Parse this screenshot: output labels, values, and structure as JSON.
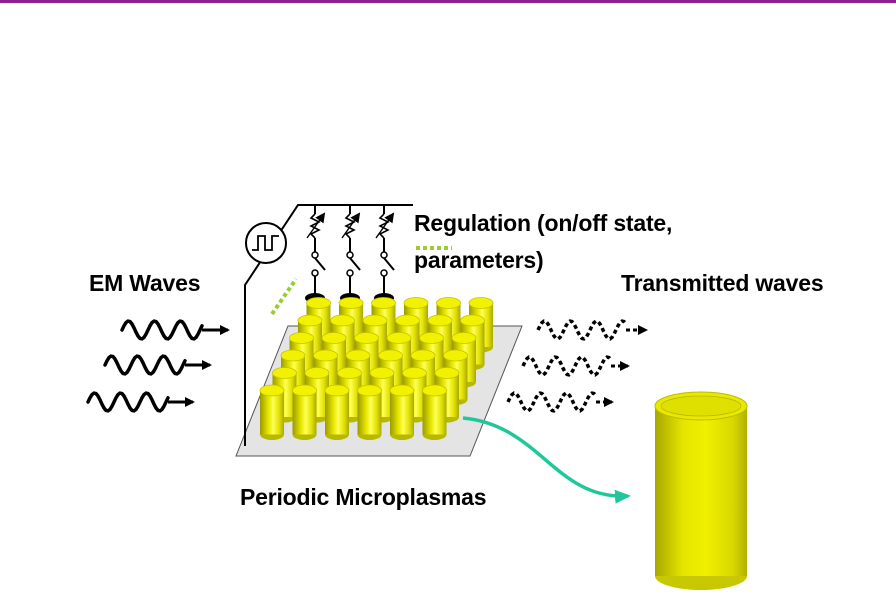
{
  "diagram": {
    "labels": {
      "incoming_waves": "EM Waves",
      "regulation_line1": "Regulation (on/off state,",
      "regulation_line2": "parameters)",
      "transmitted_waves": "Transmitted waves",
      "array": "Periodic Microplasmas"
    },
    "array": {
      "rows": 6,
      "columns": 6
    },
    "colors": {
      "title_rule": "#8e1f8e",
      "plasma_fill": "#e0e000",
      "plasma_highlight": "#ffff4d",
      "plasma_shadow": "#a8a800",
      "substrate": "#e4e4e4",
      "connector_arrow": "#1fc89a",
      "regulation_dash": "#9acd32"
    },
    "icons": [
      "square-wave-source-icon",
      "variable-resistor-icon",
      "switch-icon",
      "wave-arrow-icon"
    ]
  }
}
